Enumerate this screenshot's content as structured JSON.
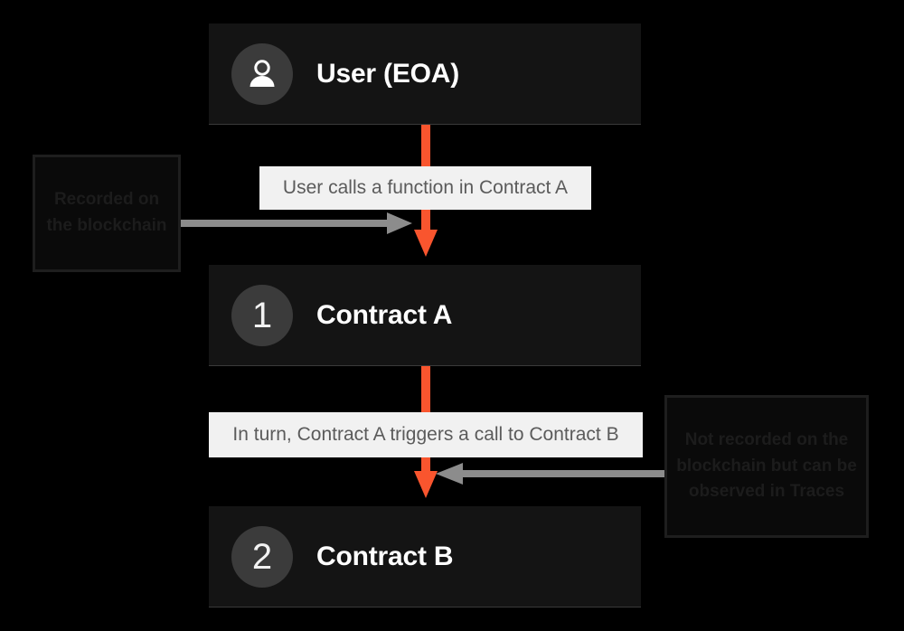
{
  "diagram": {
    "title": "Contract call flow",
    "background_color": "#000000",
    "accent_color": "#F9552E",
    "node_bg_color": "#141414",
    "label_bg_color": "#F1F1F1",
    "badge_bg_color": "#3B3B3B"
  },
  "nodes": [
    {
      "id": "user",
      "badge_kind": "person-icon",
      "badge_text": "",
      "label": "User (EOA)"
    },
    {
      "id": "contract-a",
      "badge_kind": "number",
      "badge_text": "1",
      "label": "Contract A"
    },
    {
      "id": "contract-b",
      "badge_kind": "number",
      "badge_text": "2",
      "label": "Contract B"
    }
  ],
  "edges": [
    {
      "id": "user-to-contract-a",
      "label": "User calls a function in Contract A",
      "color": "#F9552E",
      "direction": "down"
    },
    {
      "id": "contract-a-to-contract-b",
      "label": "In turn, Contract A triggers a call to Contract B",
      "color": "#F9552E",
      "direction": "down"
    }
  ],
  "callouts": [
    {
      "id": "recorded",
      "text": "Recorded on the blockchain",
      "points_to": "user-to-contract-a",
      "arrow_direction": "right",
      "arrow_color": "#8C8C8C"
    },
    {
      "id": "not-recorded",
      "text": "Not recorded on the blockchain but can be observed in Traces",
      "points_to": "contract-a-to-contract-b",
      "arrow_direction": "left",
      "arrow_color": "#8C8C8C"
    }
  ]
}
